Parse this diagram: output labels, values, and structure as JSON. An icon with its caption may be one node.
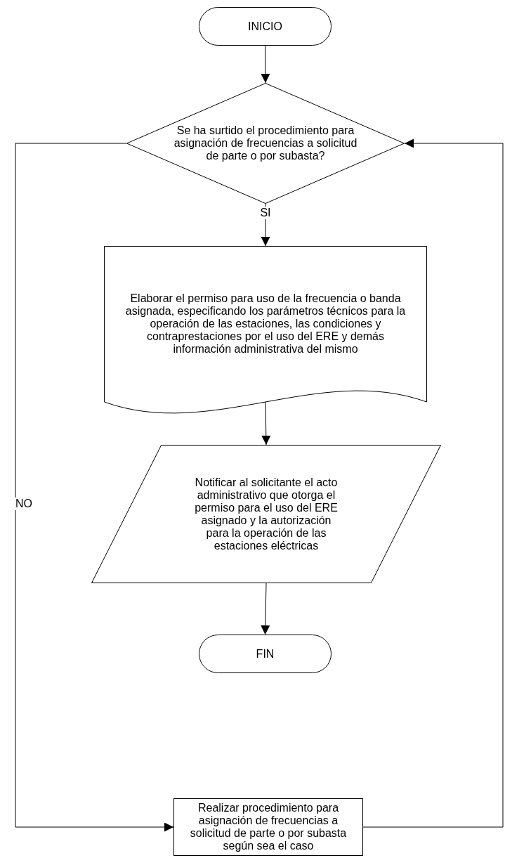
{
  "diagram": {
    "nodes": [
      {
        "text": [
          "INICIO"
        ]
      },
      {
        "text": [
          "Se ha surtido el procedimiento para asignación de frecuencias a solicitud de parte o por subasta?"
        ]
      },
      {
        "text": [
          "Elaborar el permiso para uso de la frecuencia o banda asignada, especificando los parámetros técnicos para la operación de las estaciones, las condiciones y contraprestaciones por el uso del ERE y demás información administrativa del mismo"
        ]
      },
      {
        "text": [
          "Notificar al solicitante el acto administrativo que otorga el permiso para el uso del ERE asignado y la autorización para la operación de las estaciones eléctricas"
        ]
      },
      {
        "text": [
          "FIN"
        ]
      },
      {
        "text": [
          "Realizar procedimiento para asignación de frecuencias a solicitud de parte o por subasta según sea el caso"
        ]
      }
    ],
    "edges": [
      {
        "from": 0,
        "to": 1,
        "arrow": "to"
      },
      {
        "from": 1,
        "to": 2,
        "arrow": "to",
        "label": "SI"
      },
      {
        "from": 2,
        "to": 3,
        "arrow": "to"
      },
      {
        "from": 3,
        "to": 4,
        "arrow": "to"
      },
      {
        "from": 1,
        "to": 5,
        "arrow": "to",
        "label": "NO"
      },
      {
        "from": 5,
        "to": 1,
        "arrow": "to"
      }
    ]
  }
}
